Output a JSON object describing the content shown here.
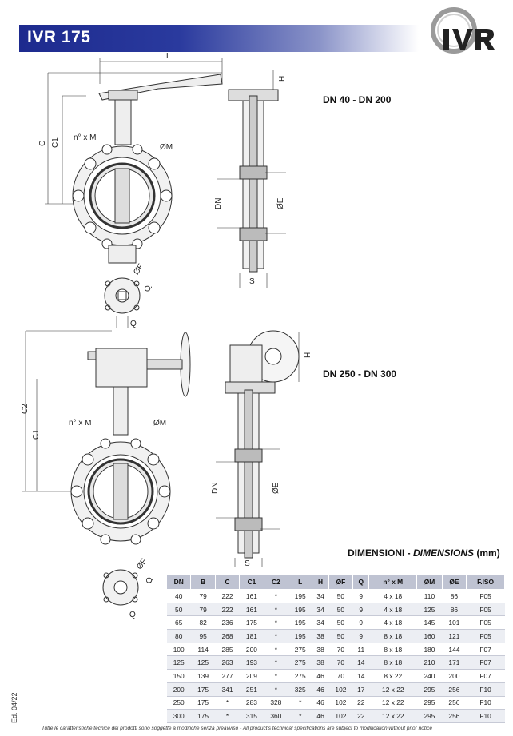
{
  "header": {
    "title": "IVR 175",
    "logo_text": "IVR"
  },
  "drawings": {
    "top": {
      "range_label": "DN 40 - DN 200",
      "labels": {
        "L": "L",
        "C": "C",
        "C1": "C1",
        "nxM": "n° x M",
        "OM": "ØM",
        "OF": "ØF",
        "Q": "Q",
        "H": "H",
        "DN": "DN",
        "OE": "ØE",
        "S": "S"
      }
    },
    "bottom": {
      "range_label": "DN 250 - DN 300",
      "labels": {
        "C2": "C2",
        "C1": "C1",
        "nxM": "n° x M",
        "OM": "ØM",
        "OF": "ØF",
        "Q": "Q",
        "H": "H",
        "DN": "DN",
        "OE": "ØE",
        "S": "S"
      }
    }
  },
  "dimensions": {
    "title_it": "DIMENSIONI - ",
    "title_en": "DIMENSIONS",
    "unit": " (mm)",
    "columns": [
      "DN",
      "B",
      "C",
      "C1",
      "C2",
      "L",
      "H",
      "ØF",
      "Q",
      "n° x M",
      "ØM",
      "ØE",
      "F.ISO"
    ],
    "rows": [
      [
        "40",
        "79",
        "222",
        "161",
        "*",
        "195",
        "34",
        "50",
        "9",
        "4 x 18",
        "110",
        "86",
        "F05"
      ],
      [
        "50",
        "79",
        "222",
        "161",
        "*",
        "195",
        "34",
        "50",
        "9",
        "4 x 18",
        "125",
        "86",
        "F05"
      ],
      [
        "65",
        "82",
        "236",
        "175",
        "*",
        "195",
        "34",
        "50",
        "9",
        "4 x 18",
        "145",
        "101",
        "F05"
      ],
      [
        "80",
        "95",
        "268",
        "181",
        "*",
        "195",
        "38",
        "50",
        "9",
        "8 x 18",
        "160",
        "121",
        "F05"
      ],
      [
        "100",
        "114",
        "285",
        "200",
        "*",
        "275",
        "38",
        "70",
        "11",
        "8 x 18",
        "180",
        "144",
        "F07"
      ],
      [
        "125",
        "125",
        "263",
        "193",
        "*",
        "275",
        "38",
        "70",
        "14",
        "8 x 18",
        "210",
        "171",
        "F07"
      ],
      [
        "150",
        "139",
        "277",
        "209",
        "*",
        "275",
        "46",
        "70",
        "14",
        "8 x 22",
        "240",
        "200",
        "F07"
      ],
      [
        "200",
        "175",
        "341",
        "251",
        "*",
        "325",
        "46",
        "102",
        "17",
        "12 x 22",
        "295",
        "256",
        "F10"
      ],
      [
        "250",
        "175",
        "*",
        "283",
        "328",
        "*",
        "46",
        "102",
        "22",
        "12 x 22",
        "295",
        "256",
        "F10"
      ],
      [
        "300",
        "175",
        "*",
        "315",
        "360",
        "*",
        "46",
        "102",
        "22",
        "12 x 22",
        "295",
        "256",
        "F10"
      ]
    ]
  },
  "edition": "Ed. 04/22",
  "footnote": "Tutte le caratteristiche tecnice dei prodotti sono soggette a modifiche senza preavviso - All product's technical specifications are subject to modification without prior notice",
  "colors": {
    "brand_blue": "#1d2a8e",
    "table_header": "#bfc3d2",
    "drawing_gray": "#888888"
  }
}
